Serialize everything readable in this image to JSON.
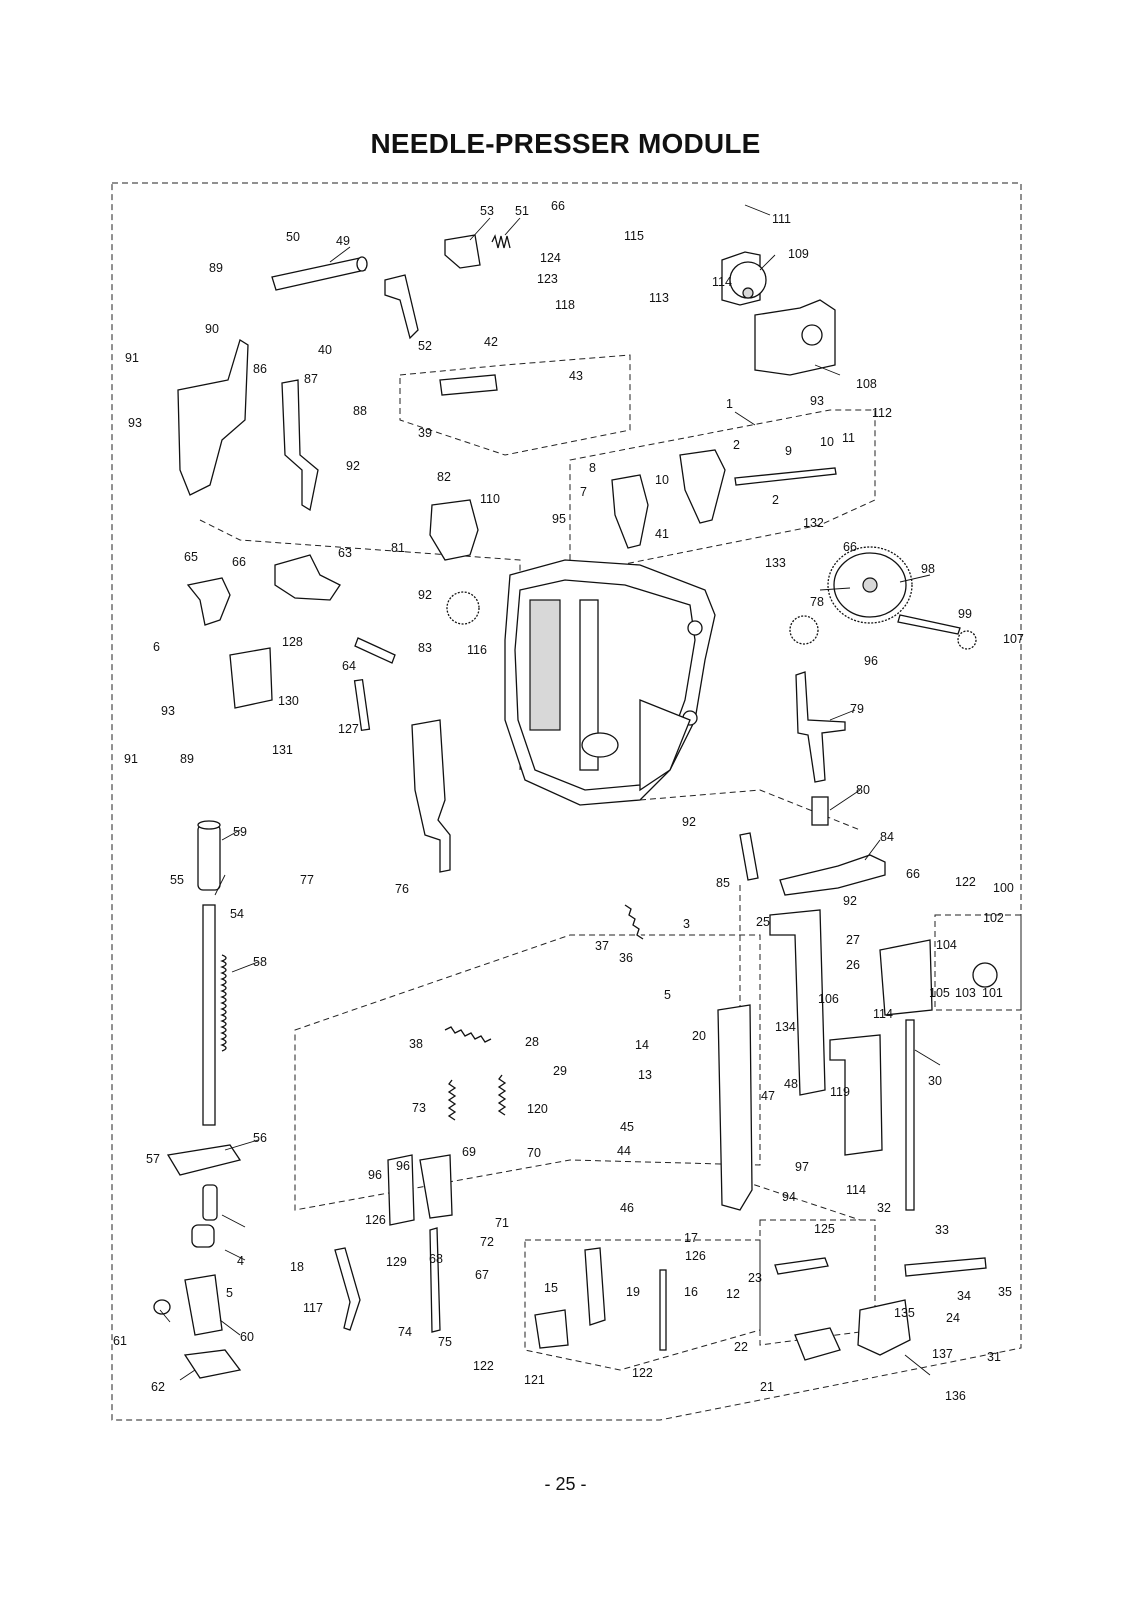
{
  "page": {
    "title": "NEEDLE-PRESSER MODULE",
    "page_number": "- 25 -"
  },
  "part_numbers": [
    "53",
    "51",
    "66",
    "111",
    "50",
    "49",
    "115",
    "89",
    "124",
    "109",
    "123",
    "113",
    "114",
    "118",
    "90",
    "91",
    "40",
    "52",
    "42",
    "108",
    "86",
    "87",
    "43",
    "93",
    "88",
    "112",
    "93",
    "39",
    "1",
    "2",
    "10",
    "11",
    "92",
    "9",
    "8",
    "10",
    "82",
    "110",
    "7",
    "2",
    "41",
    "95",
    "81",
    "132",
    "65",
    "63",
    "133",
    "66",
    "66",
    "98",
    "92",
    "78",
    "6",
    "128",
    "83",
    "116",
    "99",
    "64",
    "107",
    "96",
    "93",
    "130",
    "79",
    "127",
    "91",
    "89",
    "131",
    "80",
    "59",
    "92",
    "84",
    "55",
    "85",
    "66",
    "122",
    "77",
    "76",
    "100",
    "54",
    "92",
    "102",
    "25",
    "37",
    "3",
    "27",
    "58",
    "36",
    "104",
    "26",
    "5",
    "105",
    "103",
    "101",
    "106",
    "114",
    "134",
    "38",
    "28",
    "14",
    "20",
    "13",
    "29",
    "119",
    "48",
    "30",
    "73",
    "120",
    "47",
    "45",
    "44",
    "57",
    "56",
    "97",
    "69",
    "70",
    "96",
    "96",
    "94",
    "114",
    "46",
    "126",
    "72",
    "71",
    "32",
    "125",
    "17",
    "129",
    "68",
    "33",
    "4",
    "126",
    "18",
    "117",
    "67",
    "19",
    "16",
    "12",
    "23",
    "34",
    "35",
    "5",
    "15",
    "135",
    "60",
    "24",
    "61",
    "74",
    "75",
    "137",
    "31",
    "22",
    "122",
    "121",
    "122",
    "62",
    "21",
    "136"
  ]
}
